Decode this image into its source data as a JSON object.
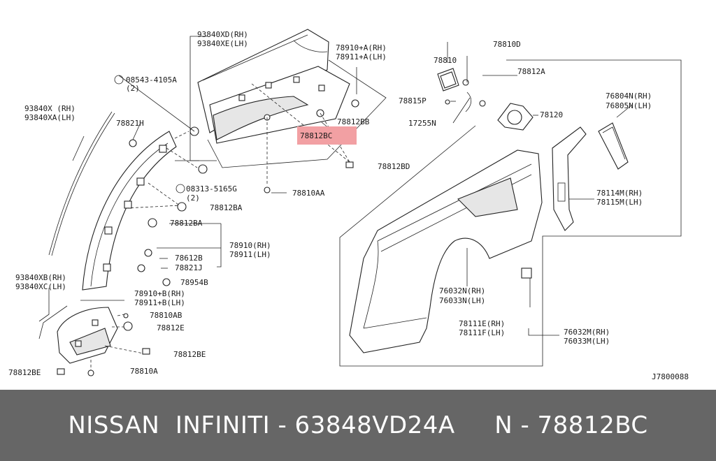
{
  "colors": {
    "highlight": "#f2a0a3",
    "footer_bg": "#666666",
    "footer_text": "#ffffff"
  },
  "labels": [
    {
      "id": "l1",
      "text": "93840XD(RH)"
    },
    {
      "id": "l2",
      "text": "93840XE(LH)"
    },
    {
      "id": "l3",
      "text": "78910+A(RH)"
    },
    {
      "id": "l4",
      "text": "78911+A(LH)"
    },
    {
      "id": "l5",
      "text": "08543-4105A"
    },
    {
      "id": "l6",
      "text": "(2)"
    },
    {
      "id": "l7",
      "text": "93840X (RH)"
    },
    {
      "id": "l8",
      "text": "93840XA(LH)"
    },
    {
      "id": "l9",
      "text": "78821H"
    },
    {
      "id": "l10",
      "text": "78812BB"
    },
    {
      "id": "l11",
      "text": "78812BC",
      "highlight": true
    },
    {
      "id": "l12",
      "text": "78812BD"
    },
    {
      "id": "l13",
      "text": "08313-5165G"
    },
    {
      "id": "l14",
      "text": "(2)"
    },
    {
      "id": "l15",
      "text": "78810AA"
    },
    {
      "id": "l16",
      "text": "78812BA"
    },
    {
      "id": "l17",
      "text": "78812BA"
    },
    {
      "id": "l18",
      "text": "78910(RH)"
    },
    {
      "id": "l19",
      "text": "78911(LH)"
    },
    {
      "id": "l20",
      "text": "78612B"
    },
    {
      "id": "l21",
      "text": "78821J"
    },
    {
      "id": "l22",
      "text": "78954B"
    },
    {
      "id": "l23",
      "text": "93840XB(RH)"
    },
    {
      "id": "l24",
      "text": "93840XC(LH)"
    },
    {
      "id": "l25",
      "text": "78910+B(RH)"
    },
    {
      "id": "l26",
      "text": "78911+B(LH)"
    },
    {
      "id": "l27",
      "text": "78810AB"
    },
    {
      "id": "l28",
      "text": "78812E"
    },
    {
      "id": "l29",
      "text": "78812BE"
    },
    {
      "id": "l30",
      "text": "78812BE"
    },
    {
      "id": "l31",
      "text": "78810A"
    },
    {
      "id": "l32",
      "text": "78810"
    },
    {
      "id": "l33",
      "text": "78810D"
    },
    {
      "id": "l34",
      "text": "78812A"
    },
    {
      "id": "l35",
      "text": "78815P"
    },
    {
      "id": "l36",
      "text": "17255N"
    },
    {
      "id": "l37",
      "text": "78120"
    },
    {
      "id": "l38",
      "text": "76804N(RH)"
    },
    {
      "id": "l39",
      "text": "76805N(LH)"
    },
    {
      "id": "l40",
      "text": "78114M(RH)"
    },
    {
      "id": "l41",
      "text": "78115M(LH)"
    },
    {
      "id": "l42",
      "text": "76032N(RH)"
    },
    {
      "id": "l43",
      "text": "76033N(LH)"
    },
    {
      "id": "l44",
      "text": "78111E(RH)"
    },
    {
      "id": "l45",
      "text": "78111F(LH)"
    },
    {
      "id": "l46",
      "text": "76032M(RH)"
    },
    {
      "id": "l47",
      "text": "76033M(LH)"
    },
    {
      "id": "l48",
      "text": "J7800088"
    }
  ],
  "footer": {
    "text": "NISSAN  INFINITI - 63848VD24A     N - 78812BC"
  }
}
